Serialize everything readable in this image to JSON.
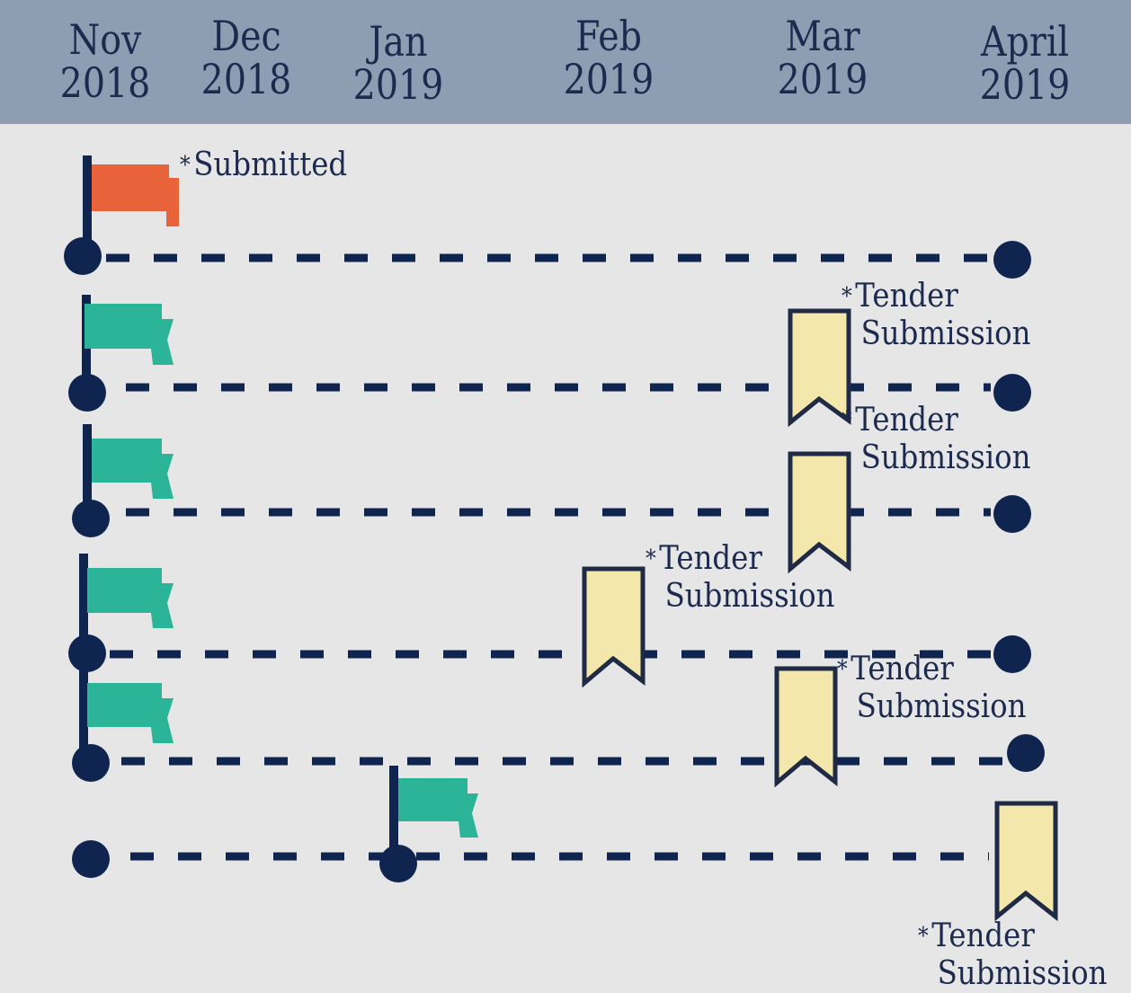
{
  "timeline": {
    "months": [
      {
        "month": "Nov",
        "year": "2018"
      },
      {
        "month": "Dec",
        "year": "2018"
      },
      {
        "month": "Jan",
        "year": "2019"
      },
      {
        "month": "Feb",
        "year": "2019"
      },
      {
        "month": "Mar",
        "year": "2019"
      },
      {
        "month": "April",
        "year": "2019"
      }
    ],
    "colors": {
      "header": "#8f9db3",
      "background": "#e6e6e6",
      "line": "#0f2550",
      "flag_submitted": "#e8633a",
      "flag_active": "#2bb497",
      "ribbon": "#f4e7ab",
      "text": "#1b2a4e"
    },
    "rows": [
      {
        "flag": "submitted",
        "note": {
          "star": "*",
          "line1": "Submitted",
          "line2": ""
        }
      },
      {
        "flag": "active",
        "ribbon": true,
        "note": {
          "star": "*",
          "line1": "Tender",
          "line2": "Submission"
        }
      },
      {
        "flag": "active",
        "ribbon": true,
        "note": {
          "star": "*",
          "line1": "Tender",
          "line2": "Submission"
        }
      },
      {
        "flag": "active",
        "ribbon": true,
        "note": {
          "star": "*",
          "line1": "Tender",
          "line2": "Submission"
        }
      },
      {
        "flag": "active",
        "ribbon": true,
        "note": {
          "star": "*",
          "line1": "Tender",
          "line2": "Submission"
        }
      },
      {
        "flag": "active",
        "ribbon": true,
        "note": {
          "star": "*",
          "line1": "Tender",
          "line2": "Submission"
        }
      }
    ]
  }
}
